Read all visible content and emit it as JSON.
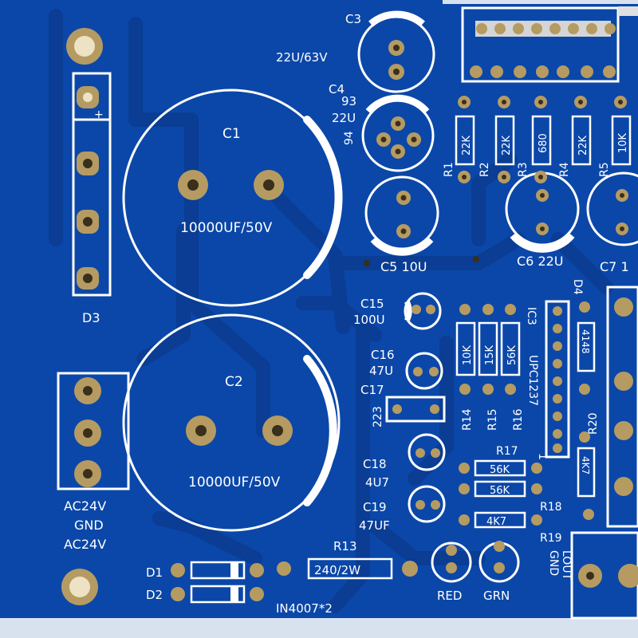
{
  "colors": {
    "board": "#0b47a8",
    "trace": "#0a3d93",
    "silk": "#ffffff",
    "pad": "#b59b62",
    "hole": "#3a2e1c",
    "edge": "#d8e2ef"
  },
  "labels": {
    "c3": "C3",
    "c3_value": "22U/63V",
    "c4": "C4",
    "c4_value": "22U",
    "n93": "93",
    "n94": "94",
    "c1": "C1",
    "c1_value": "10000UF/50V",
    "c2": "C2",
    "c2_value": "10000UF/50V",
    "plus": "+",
    "d3": "D3",
    "r1": "R1",
    "r1_val": "22K",
    "r2": "R2",
    "r2_val": "22K",
    "r3": "R3",
    "r3_val": "680",
    "r4": "R4",
    "r4_val": "22K",
    "r5": "R5",
    "r5_val": "10K",
    "c5": "C5 10U",
    "c6": "C6 22U",
    "c7": "C7 1",
    "c15": "C15",
    "c15_value": "100U",
    "c16": "C16",
    "c16_value": "47U",
    "c17": "C17",
    "c17_value": "223",
    "c18": "C18",
    "c18_value": "4U7",
    "c19": "C19",
    "c19_value": "47UF",
    "r14_val": "10K",
    "r15_val": "15K",
    "r16_val": "56K",
    "r14": "R14",
    "r15": "R15",
    "r16": "R16",
    "ic3": "IC3",
    "ic3_part": "UPC1237",
    "ic3_pin1": "1",
    "d4": "D4",
    "d4_val": "4148",
    "r20": "R20",
    "r20_val": "4K7",
    "r17": "R17",
    "r17_val": "56K",
    "r18_val": "56K",
    "r18": "R18",
    "r19_val": "4K7",
    "r19": "R19",
    "ac1": "AC24V",
    "gnd": "GND",
    "ac2": "AC24V",
    "r13": "R13",
    "r13_val": "240/2W",
    "d1": "D1",
    "d2": "D2",
    "diode_note": "IN4007*2",
    "red": "RED",
    "grn": "GRN",
    "gnd2": "GND",
    "lout": "LOUT"
  }
}
